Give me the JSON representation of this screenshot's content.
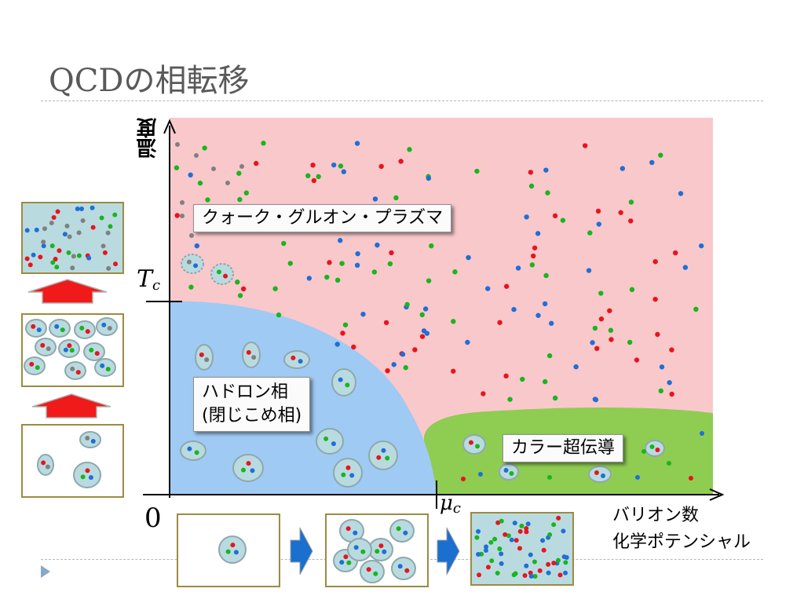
{
  "title": "QCDの相転移",
  "axes": {
    "y_label": "温度",
    "x_label_line1": "バリオン数",
    "x_label_line2": "化学ポテンシャル",
    "tc_symbol": "T",
    "tc_subscript": "c",
    "muc_symbol": "μ",
    "muc_subscript": "c",
    "origin": "0"
  },
  "regions": {
    "qgp": "クォーク・グルオン・プラズマ",
    "hadron_line1": "ハドロン相",
    "hadron_line2": "(閉じこめ相)",
    "color_sc": "カラー超伝導"
  },
  "colors": {
    "qgp_fill": "#f9c8cb",
    "hadron_fill": "#9fcaf3",
    "color_sc_fill": "#8fcc52",
    "quark_red": "#e8141e",
    "quark_blue": "#1f6fd6",
    "quark_green": "#19b51e",
    "gluon_gray": "#808080",
    "hadron_bubble": "#b9dbe0",
    "panel_border": "#9e8a43",
    "arrow_red": "#f01a1a",
    "arrow_blue": "#1a6fcf"
  },
  "icons": {
    "nav": "play-triangle-icon"
  }
}
